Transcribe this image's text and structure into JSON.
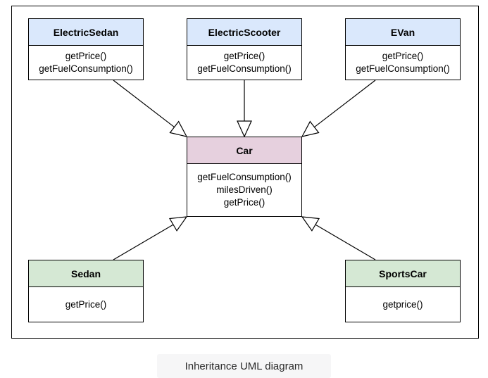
{
  "diagram": {
    "classes": {
      "electric_sedan": {
        "name": "ElectricSedan",
        "methods": [
          "getPrice()",
          "getFuelConsumption()"
        ]
      },
      "electric_scooter": {
        "name": "ElectricScooter",
        "methods": [
          "getPrice()",
          "getFuelConsumption()"
        ]
      },
      "evan": {
        "name": "EVan",
        "methods": [
          "getPrice()",
          "getFuelConsumption()"
        ]
      },
      "car": {
        "name": "Car",
        "methods": [
          "getFuelConsumption()",
          "milesDriven()",
          "getPrice()"
        ]
      },
      "sedan": {
        "name": "Sedan",
        "methods": [
          "getPrice()"
        ]
      },
      "sports_car": {
        "name": "SportsCar",
        "methods": [
          "getprice()"
        ]
      }
    },
    "colors": {
      "electric_header": "#dae8fc",
      "base_header": "#e6d0de",
      "gas_header": "#d5e8d4"
    },
    "relations": [
      {
        "from": "ElectricSedan",
        "to": "Car",
        "type": "inheritance"
      },
      {
        "from": "ElectricScooter",
        "to": "Car",
        "type": "inheritance"
      },
      {
        "from": "EVan",
        "to": "Car",
        "type": "inheritance"
      },
      {
        "from": "Sedan",
        "to": "Car",
        "type": "inheritance"
      },
      {
        "from": "SportsCar",
        "to": "Car",
        "type": "inheritance"
      }
    ]
  },
  "caption": "Inheritance UML diagram"
}
